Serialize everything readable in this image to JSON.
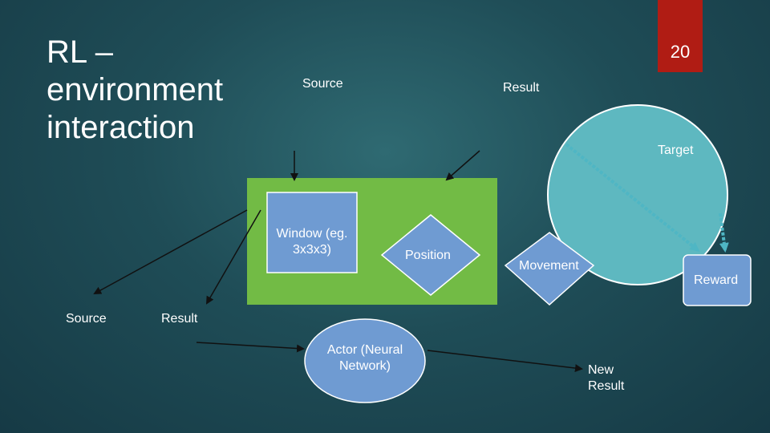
{
  "slide": {
    "title": "RL – environment interaction",
    "number": "20"
  },
  "labels": {
    "source_top": "Source",
    "result_top": "Result",
    "target": "Target",
    "window": "Window (eg. 3x3x3)",
    "position": "Position",
    "movement": "Movement",
    "reward": "Reward",
    "source_left": "Source",
    "result_left": "Result",
    "actor": "Actor (Neural Network)",
    "new_result": "New Result"
  },
  "colors": {
    "green_frame": "#72bb45",
    "blue_shape": "#6f9bd2",
    "teal_circle": "#5eb8c0",
    "slide_number_bg": "#b01c14",
    "dashed_arrow": "#4fb6c4"
  }
}
